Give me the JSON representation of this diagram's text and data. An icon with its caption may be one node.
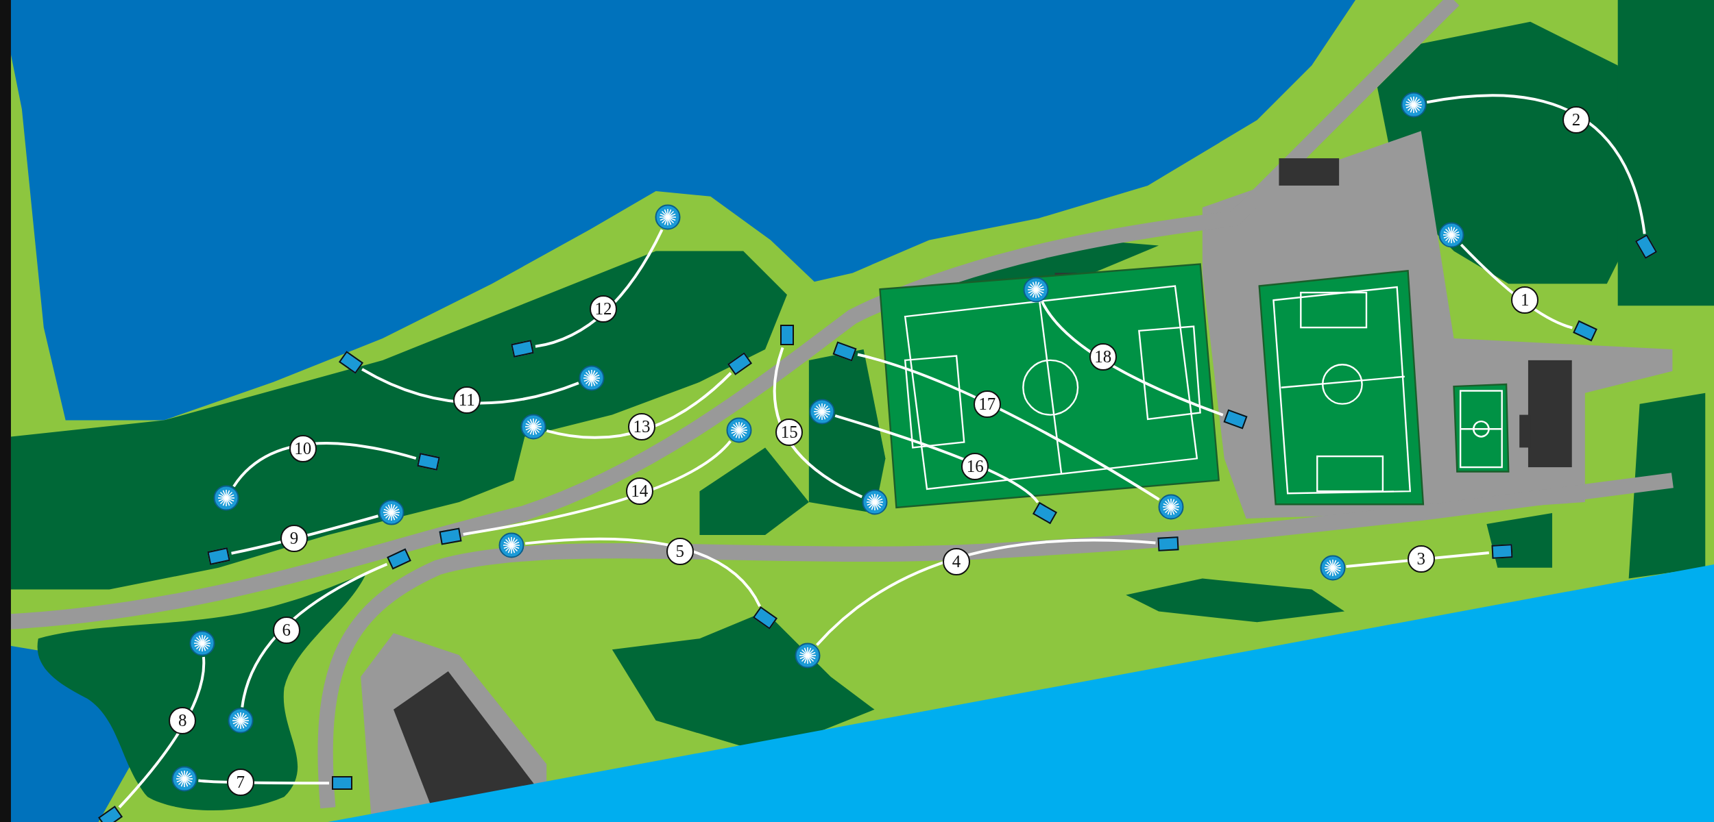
{
  "diagram": {
    "nodes": [
      {
        "text": [],
        "shape": "box"
      },
      {
        "text": [],
        "shape": "circle"
      },
      {
        "text": [],
        "shape": "circle"
      },
      {
        "text": [],
        "shape": "box"
      },
      {
        "text": [],
        "shape": "circle"
      },
      {
        "text": [],
        "shape": "circle"
      },
      {
        "text": [],
        "shape": "box"
      },
      {
        "text": [],
        "shape": "box"
      },
      {
        "text": [],
        "shape": "circle"
      },
      {
        "text": [],
        "shape": "box"
      },
      {
        "text": [],
        "shape": "box"
      },
      {
        "text": [],
        "shape": "box"
      },
      {
        "text": [],
        "shape": "circle"
      },
      {
        "text": [],
        "shape": "box"
      },
      {
        "text": [],
        "shape": "circle"
      },
      {
        "text": [],
        "shape": "circle"
      },
      {
        "text": [],
        "shape": "circle"
      },
      {
        "text": [],
        "shape": "circle"
      },
      {
        "text": [],
        "shape": "box"
      },
      {
        "text": [],
        "shape": "box"
      },
      {
        "text": [],
        "shape": "box"
      },
      {
        "text": [],
        "shape": "circle"
      },
      {
        "text": [],
        "shape": "circle"
      },
      {
        "text": [],
        "shape": "box"
      },
      {
        "text": [],
        "shape": "circle"
      },
      {
        "text": [],
        "shape": "circle"
      },
      {
        "text": [],
        "shape": "box"
      },
      {
        "text": [],
        "shape": "box"
      },
      {
        "text": [],
        "shape": "circle"
      },
      {
        "text": [],
        "shape": "box"
      },
      {
        "text": [],
        "shape": "circle"
      },
      {
        "text": [],
        "shape": "circle"
      },
      {
        "text": [],
        "shape": "circle"
      },
      {
        "text": [],
        "shape": "box"
      },
      {
        "text": [],
        "shape": "box"
      },
      {
        "text": [],
        "shape": "box"
      }
    ],
    "edges": [
      {
        "from": 34,
        "to": 32,
        "arrow": "none",
        "label": "1"
      },
      {
        "from": 35,
        "to": 31,
        "arrow": "none",
        "label": "2"
      },
      {
        "from": 33,
        "to": 30,
        "arrow": "none",
        "label": "3"
      },
      {
        "from": 27,
        "to": 21,
        "arrow": "none",
        "label": "4"
      },
      {
        "from": 19,
        "to": 12,
        "arrow": "none",
        "label": "5"
      },
      {
        "from": 9,
        "to": 5,
        "arrow": "none",
        "label": "6"
      },
      {
        "from": 6,
        "to": 1,
        "arrow": "none",
        "label": "7"
      },
      {
        "from": 0,
        "to": 2,
        "arrow": "none",
        "label": "8"
      },
      {
        "from": 3,
        "to": 8,
        "arrow": "none",
        "label": "9"
      },
      {
        "from": 10,
        "to": 4,
        "arrow": "none",
        "label": "10"
      },
      {
        "from": 7,
        "to": 15,
        "arrow": "none",
        "label": "11"
      },
      {
        "from": 13,
        "to": 16,
        "arrow": "none",
        "label": "12"
      },
      {
        "from": 18,
        "to": 14,
        "arrow": "none",
        "label": "13"
      },
      {
        "from": 11,
        "to": 17,
        "arrow": "none",
        "label": "14"
      },
      {
        "from": 20,
        "to": 24,
        "arrow": "none",
        "label": "15"
      },
      {
        "from": 26,
        "to": 22,
        "arrow": "none",
        "label": "16"
      },
      {
        "from": 23,
        "to": 28,
        "arrow": "none",
        "label": "17"
      },
      {
        "from": 29,
        "to": 25,
        "arrow": "none",
        "label": "18"
      }
    ]
  }
}
